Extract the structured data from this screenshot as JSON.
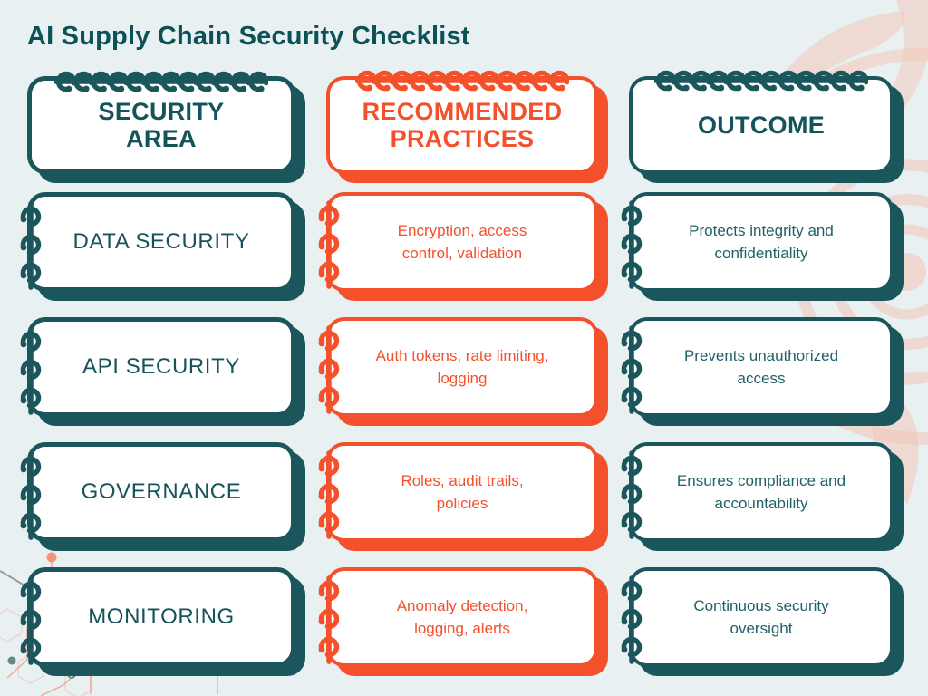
{
  "title": "AI Supply Chain Security Checklist",
  "palette": {
    "background": "#E8F0F2",
    "teal": "#1A565C",
    "teal_text": "#17535A",
    "orange": "#F4502C",
    "title_color": "#0B5156",
    "card_background": "#FFFFFF",
    "watermark_salmon": "#F3C4B4"
  },
  "icons": {
    "binding_coils": "spiral-binding-coils",
    "owl": "owl-logo-watermark",
    "circuit": "circuit-lines-decoration"
  },
  "columns": [
    {
      "id": "security-area",
      "header": "SECURITY\nAREA",
      "rows": [
        "DATA SECURITY",
        "API SECURITY",
        "GOVERNANCE",
        "MONITORING"
      ]
    },
    {
      "id": "recommended-practices",
      "header": "RECOMMENDED\nPRACTICES",
      "rows": [
        "Encryption, access\ncontrol, validation",
        "Auth tokens, rate limiting,\nlogging",
        "Roles, audit trails,\npolicies",
        "Anomaly detection,\nlogging, alerts"
      ]
    },
    {
      "id": "outcome",
      "header": "OUTCOME",
      "rows": [
        "Protects integrity and\nconfidentiality",
        "Prevents unauthorized\naccess",
        "Ensures compliance and\naccountability",
        "Continuous security\noversight"
      ]
    }
  ]
}
